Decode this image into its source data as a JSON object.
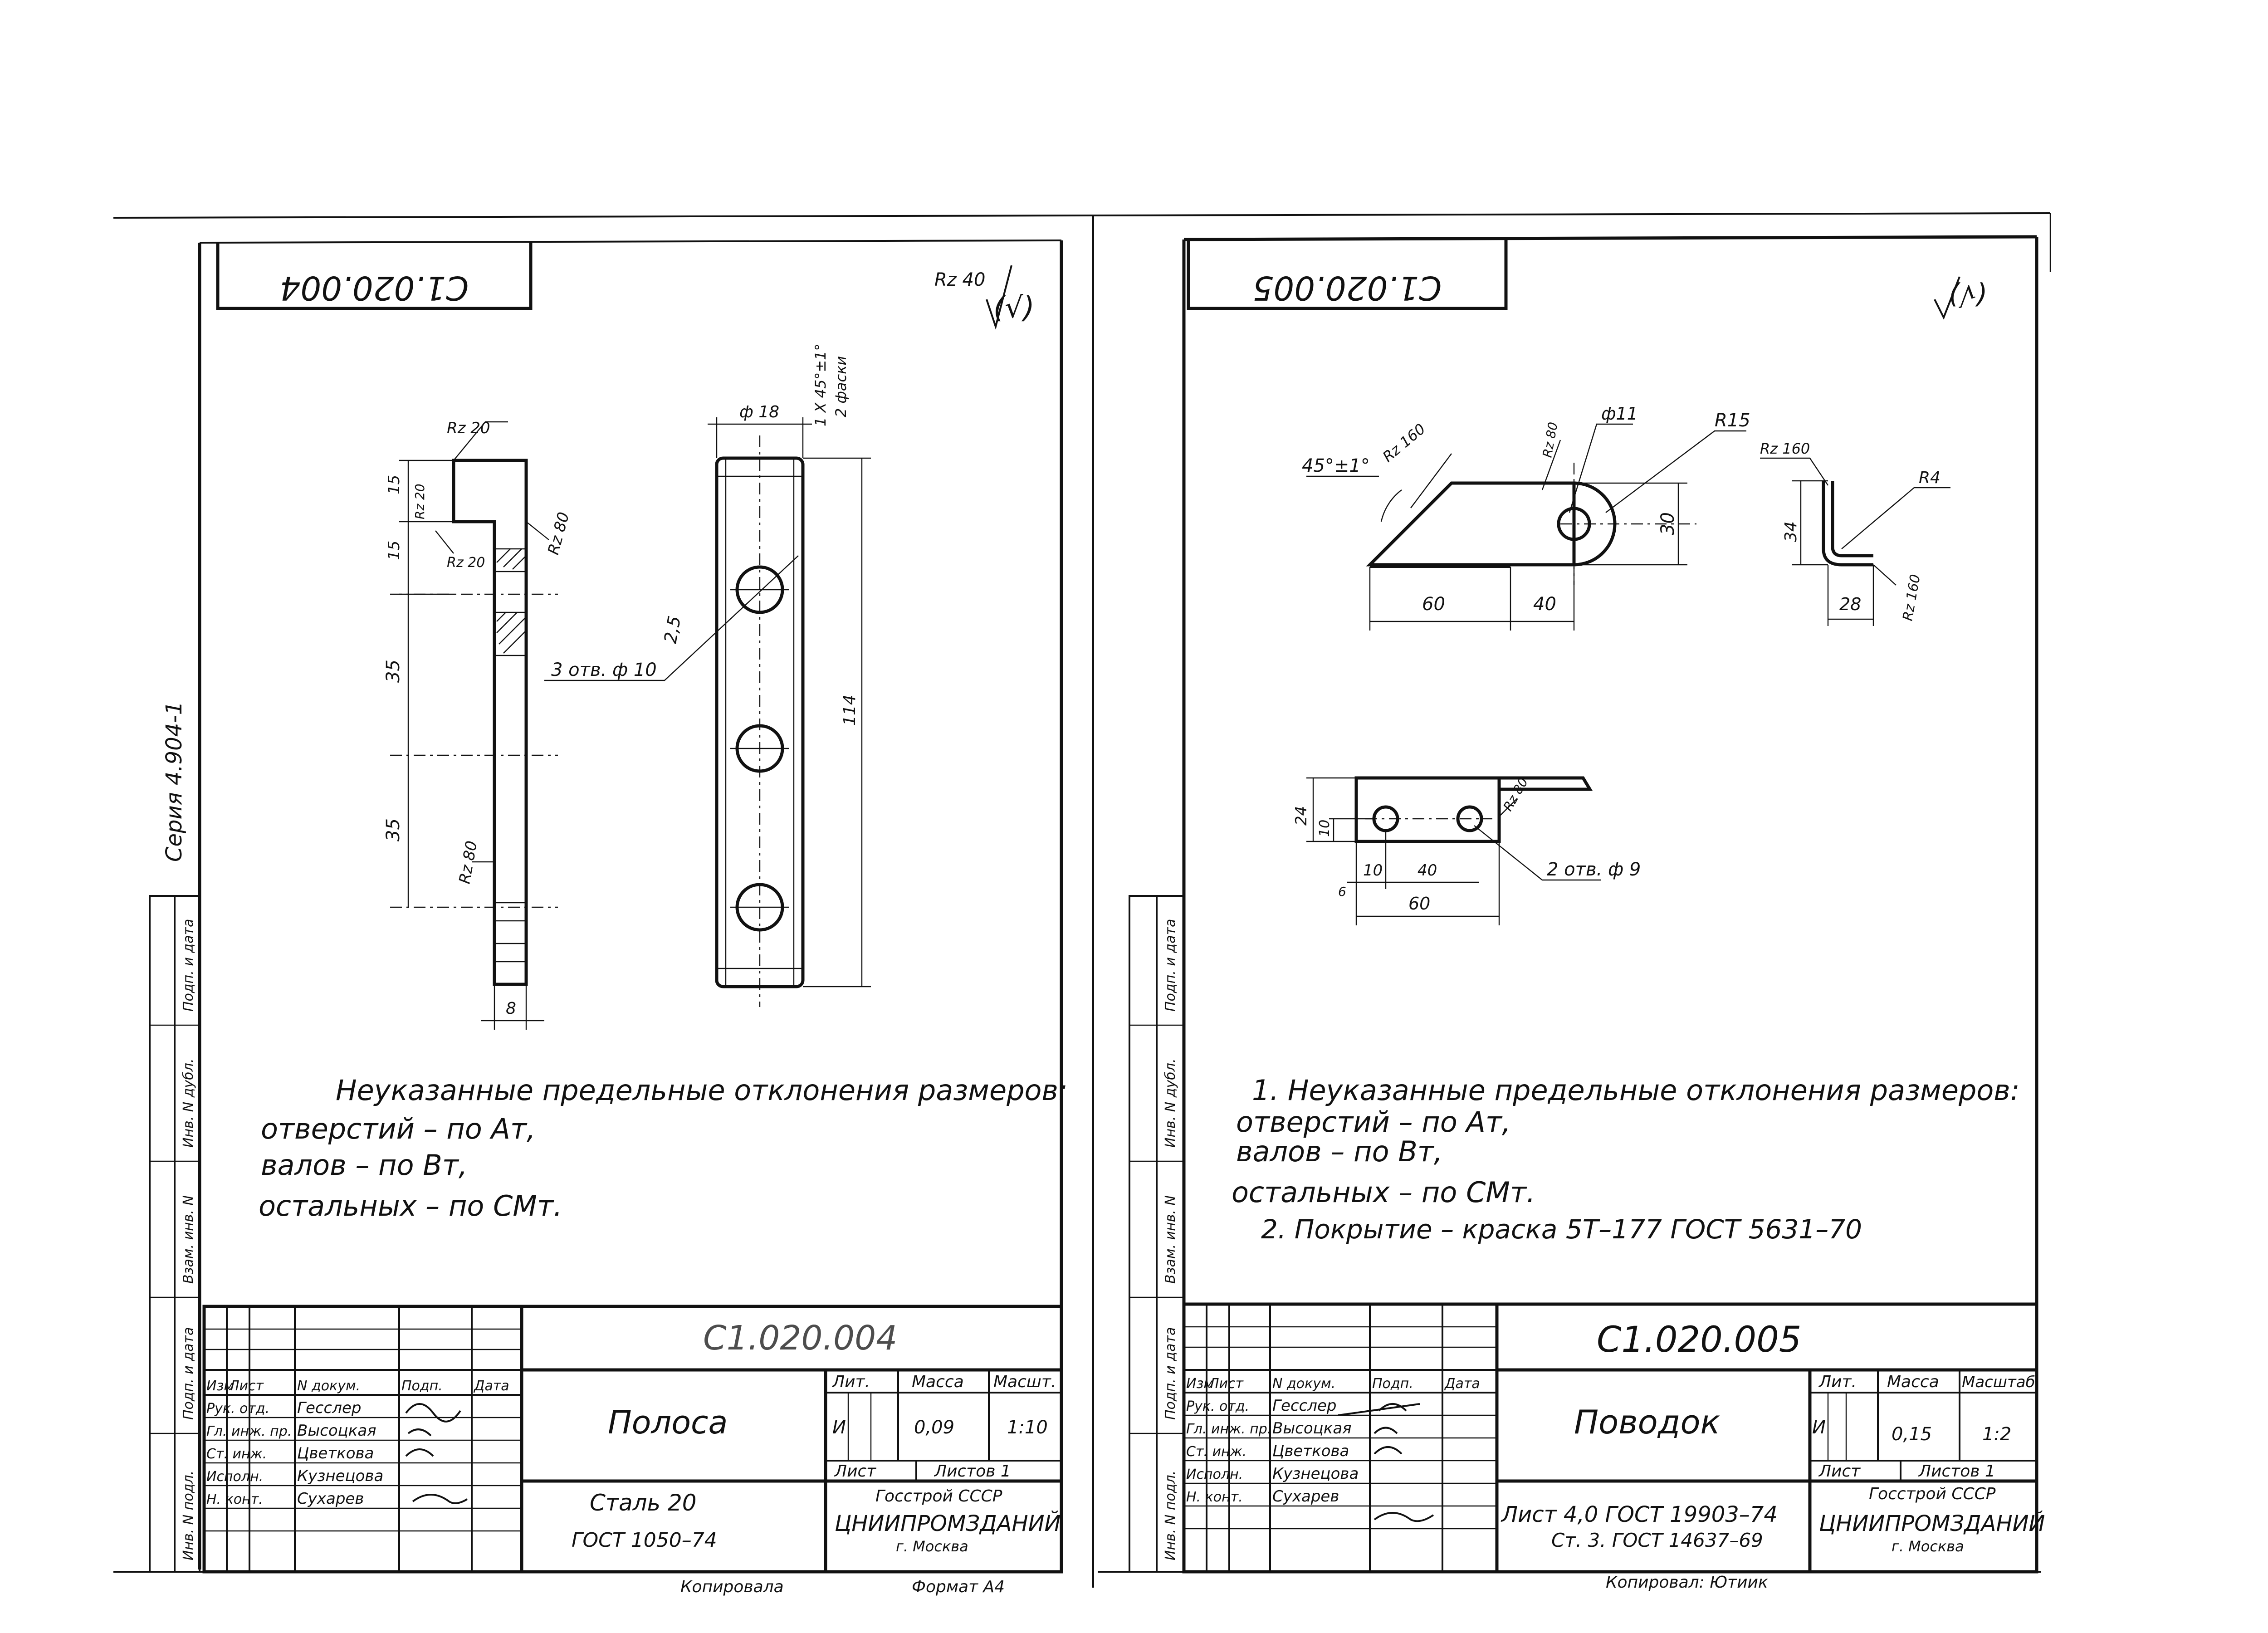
{
  "left_sheet": {
    "corner_stamp": "С1.020.004",
    "roughness_sign": "Rz 40",
    "roughness_general": "(√)",
    "side_scribble": "Серия 4.904-1",
    "dims": {
      "rz20_top": "Rz 20",
      "rz20_left": "Rz 20",
      "rz20_mid": "Rz 20",
      "rz80_right": "Rz 80",
      "rz80_bottom": "Rz 80",
      "d15a": "15",
      "d15b": "15",
      "d35a": "35",
      "d35b": "35",
      "d8": "8",
      "d18": "ф 18",
      "d114": "114",
      "d25": "2,5",
      "holes": "3 отв. ф 10",
      "chamfer": "1 X 45°±1°",
      "chamfer_note": "2 фаски"
    },
    "notes": [
      "Неуказанные   предельные   отклонения  размеров:",
      "отверстий   – по Ат,",
      "валов          – по Вт,",
      "остальных   – по СМт."
    ],
    "title_block": {
      "doc_number": "С1.020.004",
      "part_name": "Полоса",
      "material_line1": "Сталь 20",
      "material_line2": "ГОСТ 1050–74",
      "org_line1": "Госстрой СССР",
      "org_line2": "ЦНИИПРОМЗДАНИЙ",
      "org_line3": "г. Москва",
      "col_lit": "Лит.",
      "col_mass": "Масса",
      "col_scale": "Масшт.",
      "lit_value": "И",
      "mass_value": "0,09",
      "scale_value": "1:10",
      "sheet_label": "Лист",
      "sheets_label": "Листов 1",
      "header_row": [
        "Изм",
        "Лист",
        "N докум.",
        "Подп.",
        "Дата"
      ],
      "roles": [
        "Рук. отд.",
        "Гл. инж. пр.",
        "Ст. инж.",
        "Исполн.",
        "Н. конт."
      ],
      "names": [
        "Гесслер",
        "Высоцкая",
        "Цветкова",
        "Кузнецова",
        "Сухарев"
      ],
      "footer_copy": "Копировала",
      "footer_format": "Формат А4"
    },
    "side_cells": [
      "Подп. и дата",
      "Инв. N дубл.",
      "Взам. инв. N",
      "Подп. и дата",
      "Инв. N подл."
    ]
  },
  "right_sheet": {
    "corner_stamp": "С1.020.005",
    "roughness_general": "(√)",
    "dims": {
      "angle": "45°±1°",
      "rz160a": "Rz 160",
      "rz80a": "Rz 80",
      "d_hole": "ф11",
      "r15": "R15",
      "d30": "30",
      "d60": "60",
      "d40": "40",
      "rz160b": "Rz 160",
      "r4": "R4",
      "d34": "34",
      "d28": "28",
      "rz160c": "Rz 160",
      "d24": "24",
      "d10": "10",
      "rz80b": "Rz 80",
      "d10b": "10",
      "d40b": "40",
      "d6": "6",
      "d60b": "60",
      "holes": "2 отв. ф 9"
    },
    "notes": [
      "1. Неуказанные   предельные   отклонения  размеров:",
      "отверстий    – по Ат,",
      "валов           – по Вт,",
      "остальных    – по СМт.",
      "2. Покрытие – краска  5Т–177  ГОСТ  5631–70"
    ],
    "title_block": {
      "doc_number": "С1.020.005",
      "part_name": "Поводок",
      "material_line1": "Лист 4,0 ГОСТ 19903–74",
      "material_line2": "Ст. 3. ГОСТ 14637–69",
      "org_line1": "Госстрой СССР",
      "org_line2": "ЦНИИПРОМЗДАНИЙ",
      "org_line3": "г. Москва",
      "col_lit": "Лит.",
      "col_mass": "Масса",
      "col_scale": "Масштаб",
      "lit_value": "И",
      "mass_value": "0,15",
      "scale_value": "1:2",
      "sheet_label": "Лист",
      "sheets_label": "Листов 1",
      "header_row": [
        "Изм",
        "Лист",
        "N докум.",
        "Подп.",
        "Дата"
      ],
      "roles": [
        "Рук. отд.",
        "Гл. инж. пр.",
        "Ст. инж.",
        "Исполн.",
        "Н. конт."
      ],
      "names": [
        "Гесслер",
        "Высоцкая",
        "Цветкова",
        "Кузнецова",
        "Сухарев"
      ],
      "footer_copy": "Копировал: Ютиик"
    },
    "side_cells": [
      "Подп. и дата",
      "Инв. N дубл.",
      "Взам. инв. N",
      "Подп. и дата",
      "Инв. N подл."
    ]
  }
}
